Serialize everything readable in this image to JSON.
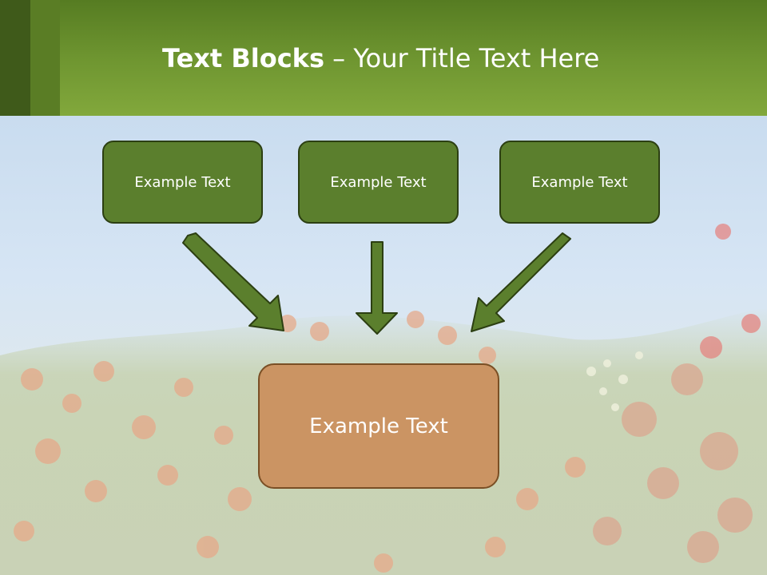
{
  "title": {
    "bold": "Text Blocks",
    "rest": " – Your Title Text Here"
  },
  "blocks": [
    {
      "label": "Example Text"
    },
    {
      "label": "Example Text"
    },
    {
      "label": "Example Text"
    }
  ],
  "target": {
    "label": "Example Text"
  },
  "colors": {
    "header": "#6e9530",
    "block_fill": "#5b7f2d",
    "target_fill": "#cb9463",
    "arrow_fill": "#5b7f2d"
  }
}
